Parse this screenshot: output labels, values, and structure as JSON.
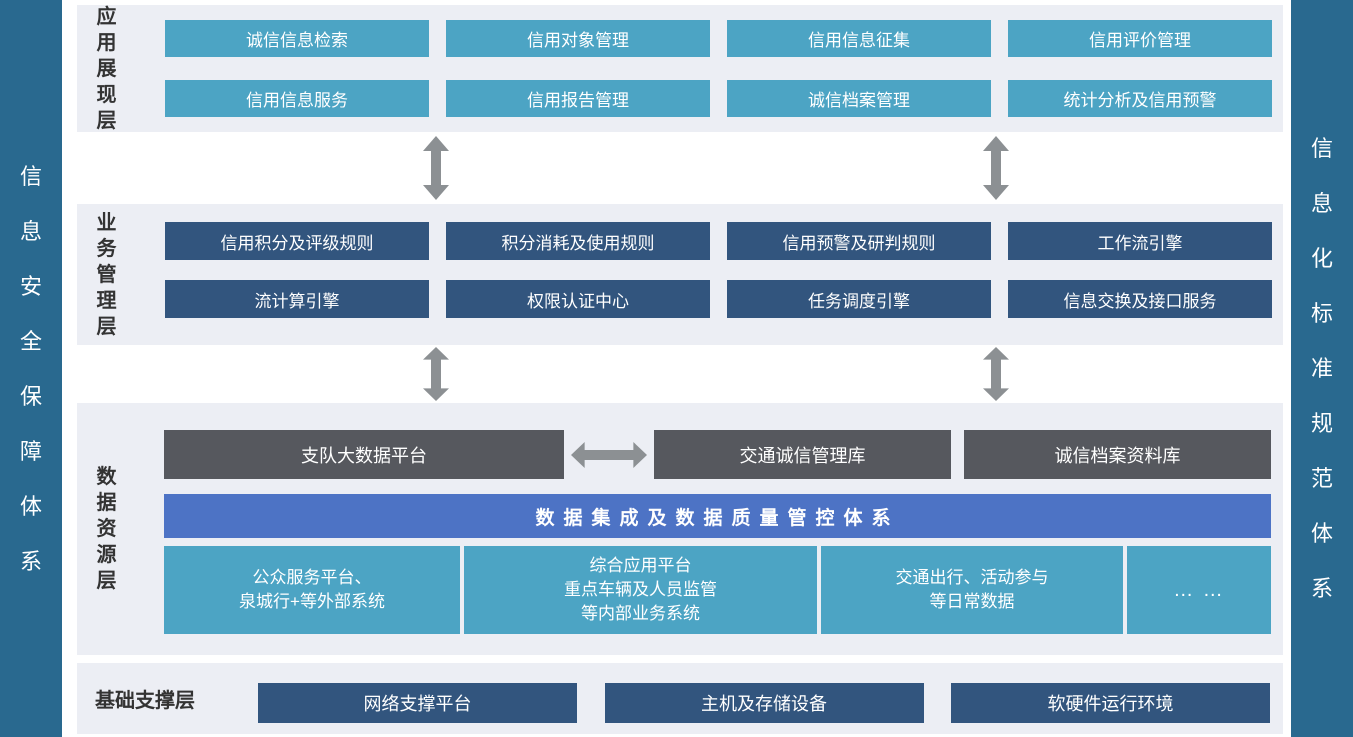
{
  "sidebars": {
    "left": "信息安全保障体系",
    "right": "信息化标准规范体系"
  },
  "layers": {
    "app": {
      "label": "应用展现层",
      "rows": [
        [
          "诚信信息检索",
          "信用对象管理",
          "信用信息征集",
          "信用评价管理"
        ],
        [
          "信用信息服务",
          "信用报告管理",
          "诚信档案管理",
          "统计分析及信用预警"
        ]
      ]
    },
    "business": {
      "label": "业务管理层",
      "rows": [
        [
          "信用积分及评级规则",
          "积分消耗及使用规则",
          "信用预警及研判规则",
          "工作流引擎"
        ],
        [
          "流计算引擎",
          "权限认证中心",
          "任务调度引擎",
          "信息交换及接口服务"
        ]
      ]
    },
    "data": {
      "label": "数据资源层",
      "platforms": [
        "支队大数据平台",
        "交通诚信管理库",
        "诚信档案资料库"
      ],
      "integration": "数据集成及数据质量管控体系",
      "sources": [
        "公众服务平台、\n泉城行+等外部系统",
        "综合应用平台\n重点车辆及人员监管\n等内部业务系统",
        "交通出行、活动参与\n等日常数据",
        "… …"
      ]
    },
    "base": {
      "label": "基础支撑层",
      "items": [
        "网络支撑平台",
        "主机及存储设备",
        "软硬件运行环境"
      ]
    }
  },
  "colors": {
    "sidebar_blue": "#29698f",
    "layer_background": "#eceef4",
    "teal_box": "#4ca4c4",
    "navy_box": "#32557e",
    "gray_box": "#56585e",
    "integration_blue": "#4d73c5",
    "arrow_gray": "#8c9093"
  }
}
